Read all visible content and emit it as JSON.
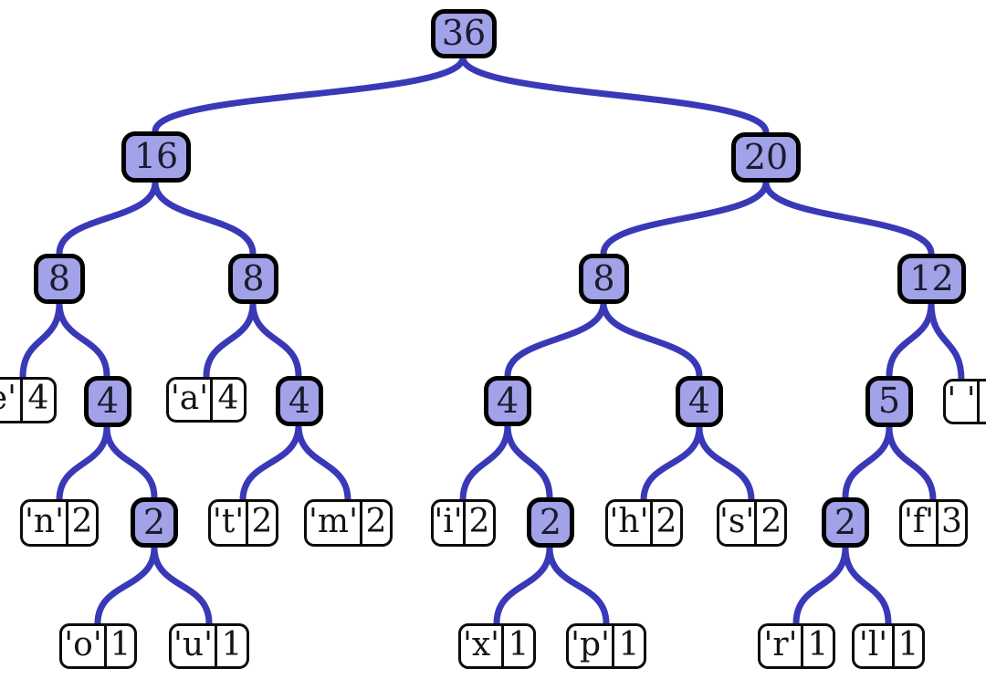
{
  "figure": {
    "type": "huffman-binary-tree",
    "root_total": "36"
  },
  "colors": {
    "edge": "#3939b8",
    "internal_node_fill": "#a2a2e8",
    "node_border": "#000000",
    "leaf_fill": "#ffffff",
    "text": "#1b1b2f"
  },
  "internal_nodes": {
    "n36": "36",
    "n16": "16",
    "n20": "20",
    "n8a": "8",
    "n8b": "8",
    "n8c": "8",
    "n12": "12",
    "n4a": "4",
    "n4b": "4",
    "n4c": "4",
    "n4d": "4",
    "n5": "5",
    "n2a": "2",
    "n2b": "2",
    "n2c": "2"
  },
  "leaf_nodes": {
    "e": {
      "char": "'e'",
      "count": "4"
    },
    "a": {
      "char": "'a'",
      "count": "4"
    },
    "space": {
      "char": "' '",
      "count": ""
    },
    "n": {
      "char": "'n'",
      "count": "2"
    },
    "t": {
      "char": "'t'",
      "count": "2"
    },
    "m": {
      "char": "'m'",
      "count": "2"
    },
    "i": {
      "char": "'i'",
      "count": "2"
    },
    "h": {
      "char": "'h'",
      "count": "2"
    },
    "s": {
      "char": "'s'",
      "count": "2"
    },
    "f": {
      "char": "'f'",
      "count": "3"
    },
    "o": {
      "char": "'o'",
      "count": "1"
    },
    "u": {
      "char": "'u'",
      "count": "1"
    },
    "x": {
      "char": "'x'",
      "count": "1"
    },
    "p": {
      "char": "'p'",
      "count": "1"
    },
    "r": {
      "char": "'r'",
      "count": "1"
    },
    "l": {
      "char": "'l'",
      "count": "1"
    }
  },
  "edges": [
    [
      "n36",
      "n16"
    ],
    [
      "n36",
      "n20"
    ],
    [
      "n16",
      "n8a"
    ],
    [
      "n16",
      "n8b"
    ],
    [
      "n20",
      "n8c"
    ],
    [
      "n20",
      "n12"
    ],
    [
      "n8a",
      "e"
    ],
    [
      "n8a",
      "n4a"
    ],
    [
      "n8b",
      "a"
    ],
    [
      "n8b",
      "n4b"
    ],
    [
      "n8c",
      "n4c"
    ],
    [
      "n8c",
      "n4d"
    ],
    [
      "n12",
      "n5"
    ],
    [
      "n12",
      "space"
    ],
    [
      "n4a",
      "n"
    ],
    [
      "n4a",
      "n2a"
    ],
    [
      "n4b",
      "t"
    ],
    [
      "n4b",
      "m"
    ],
    [
      "n4c",
      "i"
    ],
    [
      "n4c",
      "n2b"
    ],
    [
      "n4d",
      "h"
    ],
    [
      "n4d",
      "s"
    ],
    [
      "n5",
      "n2c"
    ],
    [
      "n5",
      "f"
    ],
    [
      "n2a",
      "o"
    ],
    [
      "n2a",
      "u"
    ],
    [
      "n2b",
      "x"
    ],
    [
      "n2b",
      "p"
    ],
    [
      "n2c",
      "r"
    ],
    [
      "n2c",
      "l"
    ]
  ]
}
